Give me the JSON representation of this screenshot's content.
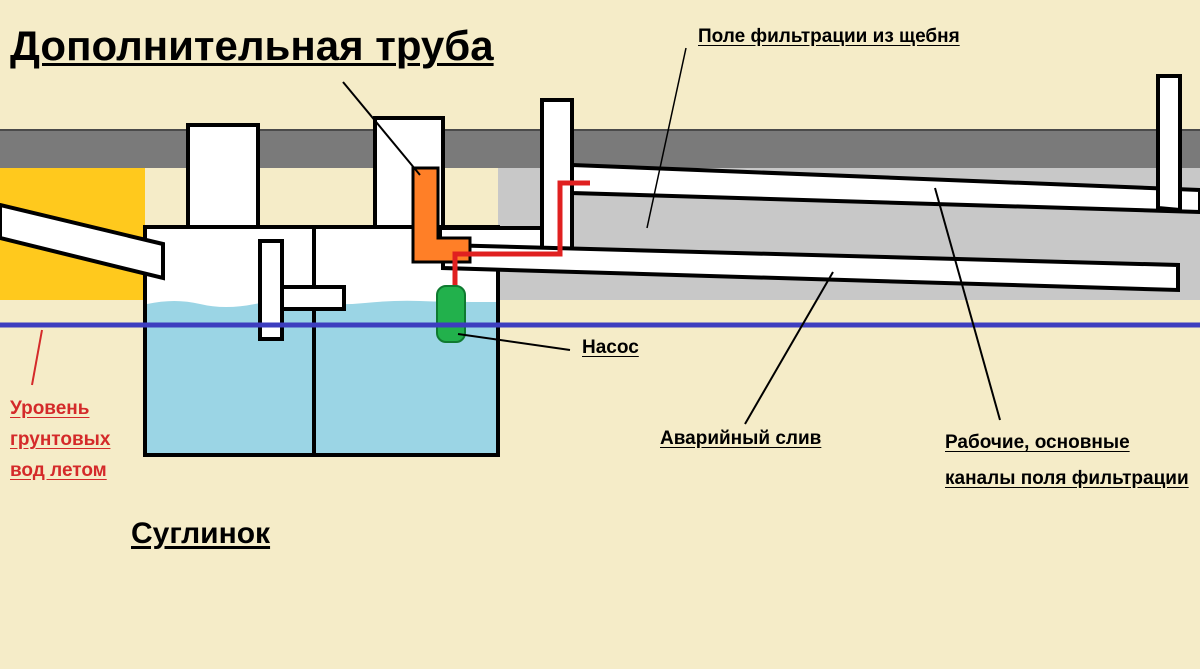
{
  "labels": {
    "title": "Дополнительная труба",
    "filtration_field": "Поле фильтрации из щебня",
    "pump": "Насос",
    "emergency_drain": "Аварийный слив",
    "working_channels": "Рабочие, основные каналы поля фильтрации",
    "groundwater_level": "Уровень грунтовых вод летом",
    "soil": "Суглинок"
  },
  "colors": {
    "loam": "#f5ecc8",
    "topsoil": "#7a7a7a",
    "sand": "#ffc91d",
    "gravel": "#c8c8c8",
    "water": "#9bd5e5",
    "groundwater_line": "#3d3dbf",
    "extra_pipe": "#ff7f27",
    "pump_hose": "#e02020",
    "pump": "#22b14c",
    "groundwater_label": "#d42a2a"
  }
}
